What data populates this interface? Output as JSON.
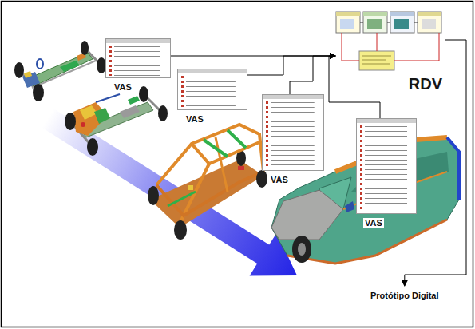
{
  "diagram": {
    "nodes": [
      {
        "text": [
          "VAS"
        ]
      },
      {
        "text": [
          "VAS"
        ]
      },
      {
        "text": [
          "VAS"
        ]
      },
      {
        "text": [
          "VAS"
        ]
      },
      {
        "text": [
          "RDV"
        ]
      },
      {
        "text": [
          "Protótipo Digital"
        ]
      }
    ],
    "edges": [
      {
        "from": 0,
        "to": 4,
        "arrow": "to"
      },
      {
        "from": 1,
        "to": 4,
        "arrow": "to"
      },
      {
        "from": 2,
        "to": 4,
        "arrow": "to"
      },
      {
        "from": 3,
        "to": 4,
        "arrow": "to"
      },
      {
        "from": 4,
        "to": 5,
        "arrow": "to"
      }
    ]
  }
}
